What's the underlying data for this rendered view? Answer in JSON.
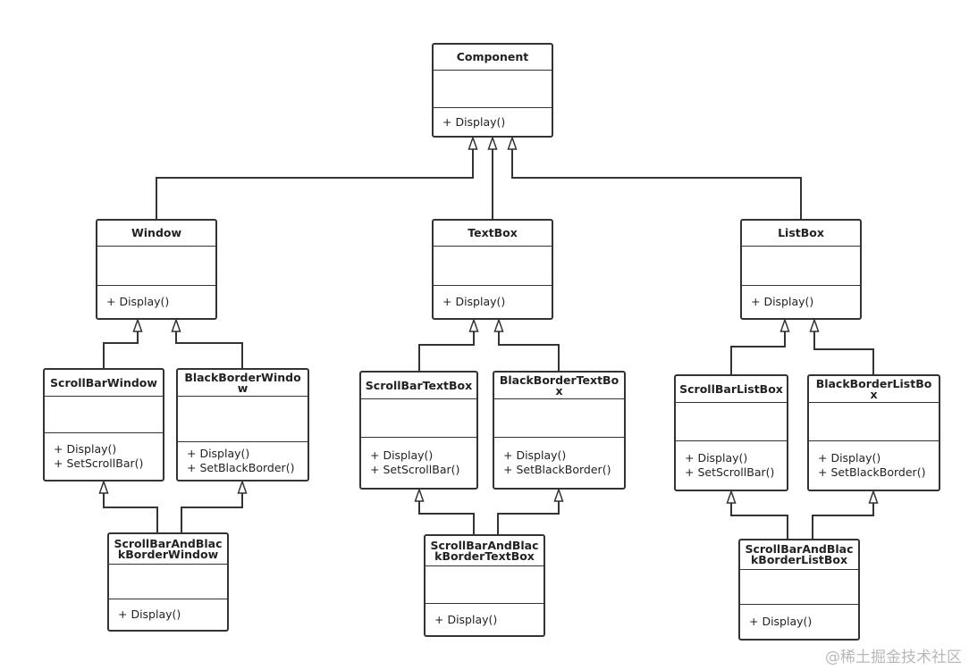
{
  "classes": [
    {
      "id": "component",
      "name": "Component",
      "operations": [
        "+ Display()"
      ]
    },
    {
      "id": "window",
      "name": "Window",
      "operations": [
        "+ Display()"
      ]
    },
    {
      "id": "textbox",
      "name": "TextBox",
      "operations": [
        "+ Display()"
      ]
    },
    {
      "id": "listbox",
      "name": "ListBox",
      "operations": [
        "+ Display()"
      ]
    },
    {
      "id": "scrollbarwindow",
      "name": "ScrollBarWindow",
      "operations": [
        "+ Display()",
        "+ SetScrollBar()"
      ]
    },
    {
      "id": "blackborderwindow",
      "name": "BlackBorderWindow",
      "operations": [
        "+ Display()",
        "+ SetBlackBorder()"
      ]
    },
    {
      "id": "scrollbartextbox",
      "name": "ScrollBarTextBox",
      "operations": [
        "+ Display()",
        "+ SetScrollBar()"
      ]
    },
    {
      "id": "blackbordertextbox",
      "name": "BlackBorderTextBox",
      "operations": [
        "+ Display()",
        "+ SetBlackBorder()"
      ]
    },
    {
      "id": "scrollbarlistbox",
      "name": "ScrollBarListBox",
      "operations": [
        "+ Display()",
        "+ SetScrollBar()"
      ]
    },
    {
      "id": "blackborderlistbox",
      "name": "BlackBorderListBox",
      "operations": [
        "+ Display()",
        "+ SetBlackBorder()"
      ]
    },
    {
      "id": "sbbbwindow",
      "name": "ScrollBarAndBlackBorderWindow",
      "operations": [
        "+ Display()"
      ]
    },
    {
      "id": "sbbbtextbox",
      "name": "ScrollBarAndBlackBorderTextBox",
      "operations": [
        "+ Display()"
      ]
    },
    {
      "id": "sbbblistbox",
      "name": "ScrollBarAndBlackBorderListBox",
      "operations": [
        "+ Display()"
      ]
    }
  ],
  "relations": [
    {
      "from": "window",
      "to": "component",
      "type": "generalization"
    },
    {
      "from": "textbox",
      "to": "component",
      "type": "generalization"
    },
    {
      "from": "listbox",
      "to": "component",
      "type": "generalization"
    },
    {
      "from": "scrollbarwindow",
      "to": "window",
      "type": "generalization"
    },
    {
      "from": "blackborderwindow",
      "to": "window",
      "type": "generalization"
    },
    {
      "from": "scrollbartextbox",
      "to": "textbox",
      "type": "generalization"
    },
    {
      "from": "blackbordertextbox",
      "to": "textbox",
      "type": "generalization"
    },
    {
      "from": "scrollbarlistbox",
      "to": "listbox",
      "type": "generalization"
    },
    {
      "from": "blackborderlistbox",
      "to": "listbox",
      "type": "generalization"
    },
    {
      "from": "sbbbwindow",
      "to": "scrollbarwindow",
      "type": "generalization"
    },
    {
      "from": "sbbbwindow",
      "to": "blackborderwindow",
      "type": "generalization"
    },
    {
      "from": "sbbbtextbox",
      "to": "scrollbartextbox",
      "type": "generalization"
    },
    {
      "from": "sbbbtextbox",
      "to": "blackbordertextbox",
      "type": "generalization"
    },
    {
      "from": "sbbblistbox",
      "to": "scrollbarlistbox",
      "type": "generalization"
    },
    {
      "from": "sbbblistbox",
      "to": "blackborderlistbox",
      "type": "generalization"
    }
  ],
  "watermark": "@稀土掘金技术社区"
}
